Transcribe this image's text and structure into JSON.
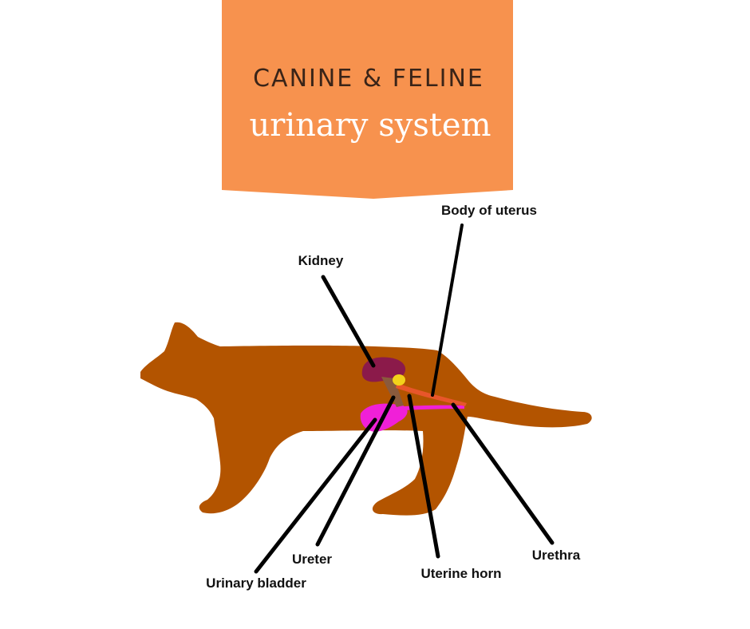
{
  "banner": {
    "title_line1": "CANINE & FELINE",
    "title_line2": "urinary system",
    "color": "#F7924E",
    "title_line1_color": "#3a2418",
    "title_line2_color": "#ffffff"
  },
  "body_color": "#B35400",
  "organs": {
    "kidney_color": "#8B1A4A",
    "bladder_color": "#F020D8",
    "ureter_color": "#8A5A3C",
    "uterus_color": "#E8562A",
    "ovary_color": "#F2D21A"
  },
  "labels": {
    "body_of_uterus": "Body of uterus",
    "kidney": "Kidney",
    "ureter": "Ureter",
    "urinary_bladder": "Urinary bladder",
    "uterine_horn": "Uterine horn",
    "urethra": "Urethra"
  },
  "pointer_color": "#000000"
}
